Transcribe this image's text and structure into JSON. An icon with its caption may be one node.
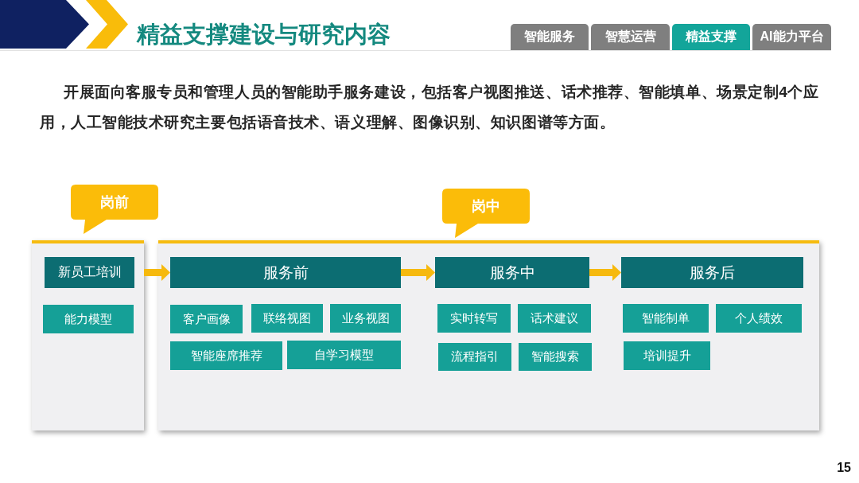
{
  "diagram": {
    "title": "精益支撑建设与研究内容",
    "nodes": [
      {
        "text": [
          "智能服务"
        ]
      },
      {
        "text": [
          "智慧运营"
        ]
      },
      {
        "text": [
          "精益支撑"
        ]
      },
      {
        "text": [
          "AI能力平台"
        ]
      },
      {
        "text": [
          "岗前"
        ]
      },
      {
        "text": [
          "岗中"
        ]
      },
      {
        "text": [],
        "shape": "box"
      },
      {
        "text": [
          "新员工培训"
        ],
        "in": 6
      },
      {
        "text": [
          "能力模型"
        ],
        "in": 6
      },
      {
        "text": [],
        "shape": "box"
      },
      {
        "text": [
          "服务前"
        ],
        "in": 9
      },
      {
        "text": [
          "服务中"
        ],
        "in": 9
      },
      {
        "text": [
          "服务后"
        ],
        "in": 9
      },
      {
        "text": [
          "客户画像"
        ],
        "in": 9
      },
      {
        "text": [
          "联络视图"
        ],
        "in": 9
      },
      {
        "text": [
          "业务视图"
        ],
        "in": 9
      },
      {
        "text": [
          "智能座席推荐"
        ],
        "in": 9
      },
      {
        "text": [
          "自学习模型"
        ],
        "in": 9
      },
      {
        "text": [
          "实时转写"
        ],
        "in": 9
      },
      {
        "text": [
          "话术建议"
        ],
        "in": 9
      },
      {
        "text": [
          "流程指引"
        ],
        "in": 9
      },
      {
        "text": [
          "智能搜索"
        ],
        "in": 9
      },
      {
        "text": [
          "智能制单"
        ],
        "in": 9
      },
      {
        "text": [
          "个人绩效"
        ],
        "in": 9
      },
      {
        "text": [
          "培训提升"
        ],
        "in": 9
      }
    ],
    "edges": [
      {
        "from": 6,
        "to": 10,
        "arrow": "to"
      },
      {
        "from": 10,
        "to": 11,
        "arrow": "to"
      },
      {
        "from": 11,
        "to": 12,
        "arrow": "to"
      }
    ],
    "labels": [
      "开展面向客服专员和管理人员的智能助手服务建设，包括客户视图推送、话术推荐、智能填单、场景定制4个应用，人工智能技术研究主要包括语音技术、语义理解、图像识别、知识图谱等方面。",
      "15"
    ]
  }
}
